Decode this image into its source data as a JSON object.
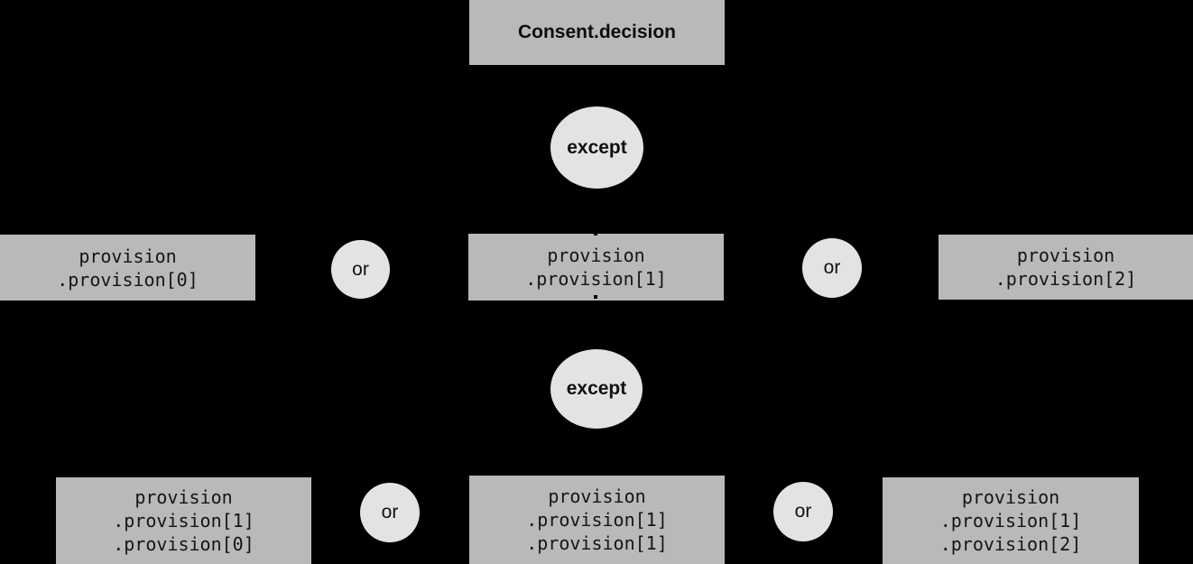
{
  "colors": {
    "background": "#000000",
    "box_fill": "#b9b9b9",
    "circle_fill": "#e3e3e3",
    "text": "#151515"
  },
  "root": {
    "label": "Consent.decision"
  },
  "level1": {
    "except_label": "except",
    "or_left_label": "or",
    "or_right_label": "or",
    "boxes": [
      {
        "lines": [
          "provision",
          ".provision[0]"
        ]
      },
      {
        "lines": [
          "provision",
          ".provision[1]"
        ]
      },
      {
        "lines": [
          "provision",
          ".provision[2]"
        ]
      }
    ]
  },
  "level2": {
    "except_label": "except",
    "or_left_label": "or",
    "or_right_label": "or",
    "boxes": [
      {
        "lines": [
          "provision",
          ".provision[1]",
          ".provision[0]"
        ]
      },
      {
        "lines": [
          "provision",
          ".provision[1]",
          ".provision[1]"
        ]
      },
      {
        "lines": [
          "provision",
          ".provision[1]",
          ".provision[2]"
        ]
      }
    ]
  }
}
